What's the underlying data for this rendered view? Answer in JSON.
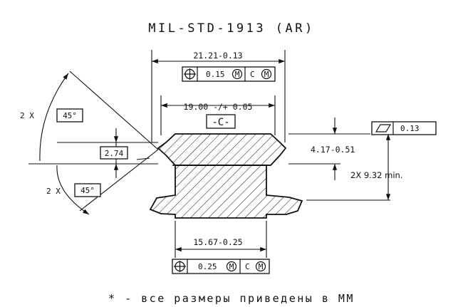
{
  "title": "MIL-STD-1913 (AR)",
  "footnote": "* - все размеры приведены в ММ",
  "dimensions": {
    "top_width": "21.21-0.13",
    "inner_width": "19.00 -/+ 0.05",
    "datum": "-C-",
    "bottom_width": "15.67-0.25",
    "height": "4.17-0.51",
    "min_height": "2X  9.32 min.",
    "chamfer": "2.74",
    "angle_upper_prefix": "2 X",
    "angle_upper": "45°",
    "angle_lower_prefix": "2 X",
    "angle_lower": "45°"
  },
  "tolerance_frames": {
    "top": {
      "value": "0.15",
      "modifier": "M",
      "datum": "C",
      "datum_modifier": "M"
    },
    "bottom": {
      "value": "0.25",
      "modifier": "M",
      "datum": "C",
      "datum_modifier": "M"
    },
    "flatness": {
      "value": "0.13"
    }
  }
}
